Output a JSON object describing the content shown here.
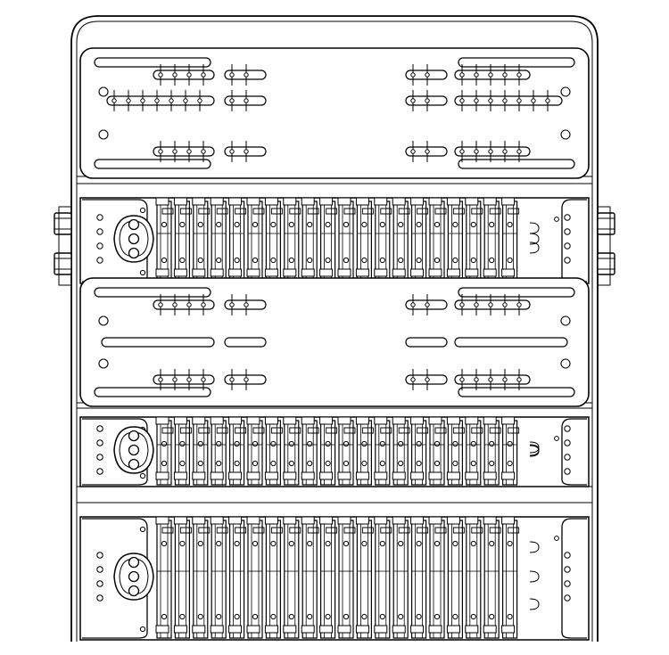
{
  "drawing": {
    "colors": {
      "line": "#000000",
      "background": "#ffffff"
    },
    "frame": {
      "side_mount_count": 2,
      "side_mount_pins_per_side": 2
    },
    "housing_modules": [
      {
        "id": "module-1",
        "bus_bars": 20
      },
      {
        "id": "module-2",
        "bus_bars": 20
      },
      {
        "id": "module-3",
        "bus_bars": 20
      }
    ],
    "cover_plates": [
      {
        "id": "top-cover",
        "slot_rows": 6
      },
      {
        "id": "middle-cover",
        "slot_rows": 6
      }
    ],
    "side_blocks": {
      "holes_per_block": 4
    },
    "connector_plate": {
      "holes": 3
    }
  }
}
